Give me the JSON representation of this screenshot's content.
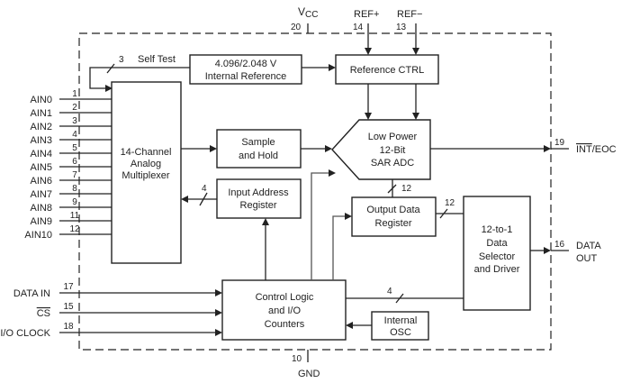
{
  "diagram": {
    "type": "block-diagram",
    "supply_pins": {
      "vcc": {
        "label_main": "V",
        "label_sub": "CC",
        "pin": "20"
      },
      "ref_plus": {
        "label": "REF+",
        "pin": "14"
      },
      "ref_minus": {
        "label": "REF−",
        "pin": "13"
      },
      "gnd": {
        "label": "GND",
        "pin": "10"
      }
    },
    "analog_inputs": [
      {
        "label": "AIN0",
        "pin": "1"
      },
      {
        "label": "AIN1",
        "pin": "2"
      },
      {
        "label": "AIN2",
        "pin": "3"
      },
      {
        "label": "AIN3",
        "pin": "4"
      },
      {
        "label": "AIN4",
        "pin": "5"
      },
      {
        "label": "AIN5",
        "pin": "6"
      },
      {
        "label": "AIN6",
        "pin": "7"
      },
      {
        "label": "AIN7",
        "pin": "8"
      },
      {
        "label": "AIN8",
        "pin": "9"
      },
      {
        "label": "AIN9",
        "pin": "11"
      },
      {
        "label": "AIN10",
        "pin": "12"
      }
    ],
    "digital_inputs": [
      {
        "label": "DATA IN",
        "pin": "17",
        "overbar": false
      },
      {
        "label": "CS",
        "pin": "15",
        "overbar": true
      },
      {
        "label": "I/O CLOCK",
        "pin": "18",
        "overbar": false
      }
    ],
    "outputs": {
      "int_eoc": {
        "label_overbar": "INT",
        "label_rest": "/EOC",
        "pin": "19"
      },
      "data_out": {
        "line1": "DATA",
        "line2": "OUT",
        "pin": "16"
      }
    },
    "blocks": {
      "internal_reference": {
        "line1": "4.096/2.048 V",
        "line2": "Internal Reference"
      },
      "reference_ctrl": {
        "line1": "Reference CTRL"
      },
      "multiplexer": {
        "line1": "14-Channel",
        "line2": "Analog",
        "line3": "Multiplexer"
      },
      "sample_hold": {
        "line1": "Sample",
        "line2": "and Hold"
      },
      "adc": {
        "line1": "Low Power",
        "line2": "12-Bit",
        "line3": "SAR ADC"
      },
      "input_address_register": {
        "line1": "Input Address",
        "line2": "Register"
      },
      "output_data_register": {
        "line1": "Output Data",
        "line2": "Register"
      },
      "data_selector": {
        "line1": "12-to-1",
        "line2": "Data",
        "line3": "Selector",
        "line4": "and Driver"
      },
      "control_logic": {
        "line1": "Control Logic",
        "line2": "and I/O",
        "line3": "Counters"
      },
      "internal_osc": {
        "line1": "Internal",
        "line2": "OSC"
      }
    },
    "bus_labels": {
      "self_test": {
        "label": "Self Test",
        "width": "3"
      },
      "address_bus": "4",
      "adc_to_odr": "12",
      "odr_to_selector": "12",
      "control_to_selector": "4"
    }
  }
}
